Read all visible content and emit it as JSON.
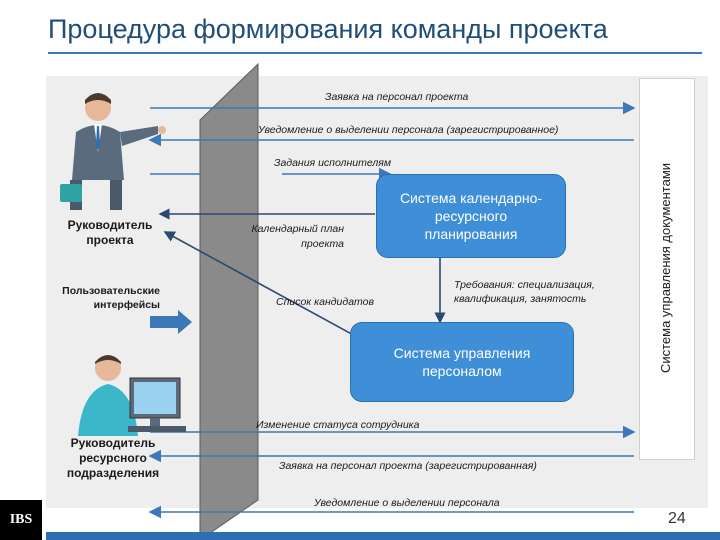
{
  "title": "Процедура формирования команды проекта",
  "page_number": "24",
  "logo_text": "IBS",
  "roles": {
    "project_manager": "Руководитель проекта",
    "resource_manager": "Руководитель ресурсного подразделения",
    "user_interfaces": "Пользовательские интерфейсы"
  },
  "systems": {
    "calendar": "Система календарно-ресурсного планирования",
    "hr": "Система управления персоналом",
    "documents": "Система управления документами"
  },
  "flows": {
    "request": "Заявка на персонал проекта",
    "notification_registered": "Уведомление о выделении персонала (зарегистрированное)",
    "tasks": "Задания исполнителям",
    "calendar_plan": "Календарный план проекта",
    "candidates": "Список кандидатов",
    "requirements": "Требования: специализация, квалификация, занятость",
    "status_change": "Изменение статуса сотрудника",
    "request_registered": "Заявка на персонал проекта (зарегистрированная)",
    "notification": "Уведомление о выделении персонала"
  },
  "colors": {
    "title": "#1f4e79",
    "box": "#3f8fd8",
    "arrow": "#3a78b8",
    "dark_arrow": "#2b4a6e"
  }
}
